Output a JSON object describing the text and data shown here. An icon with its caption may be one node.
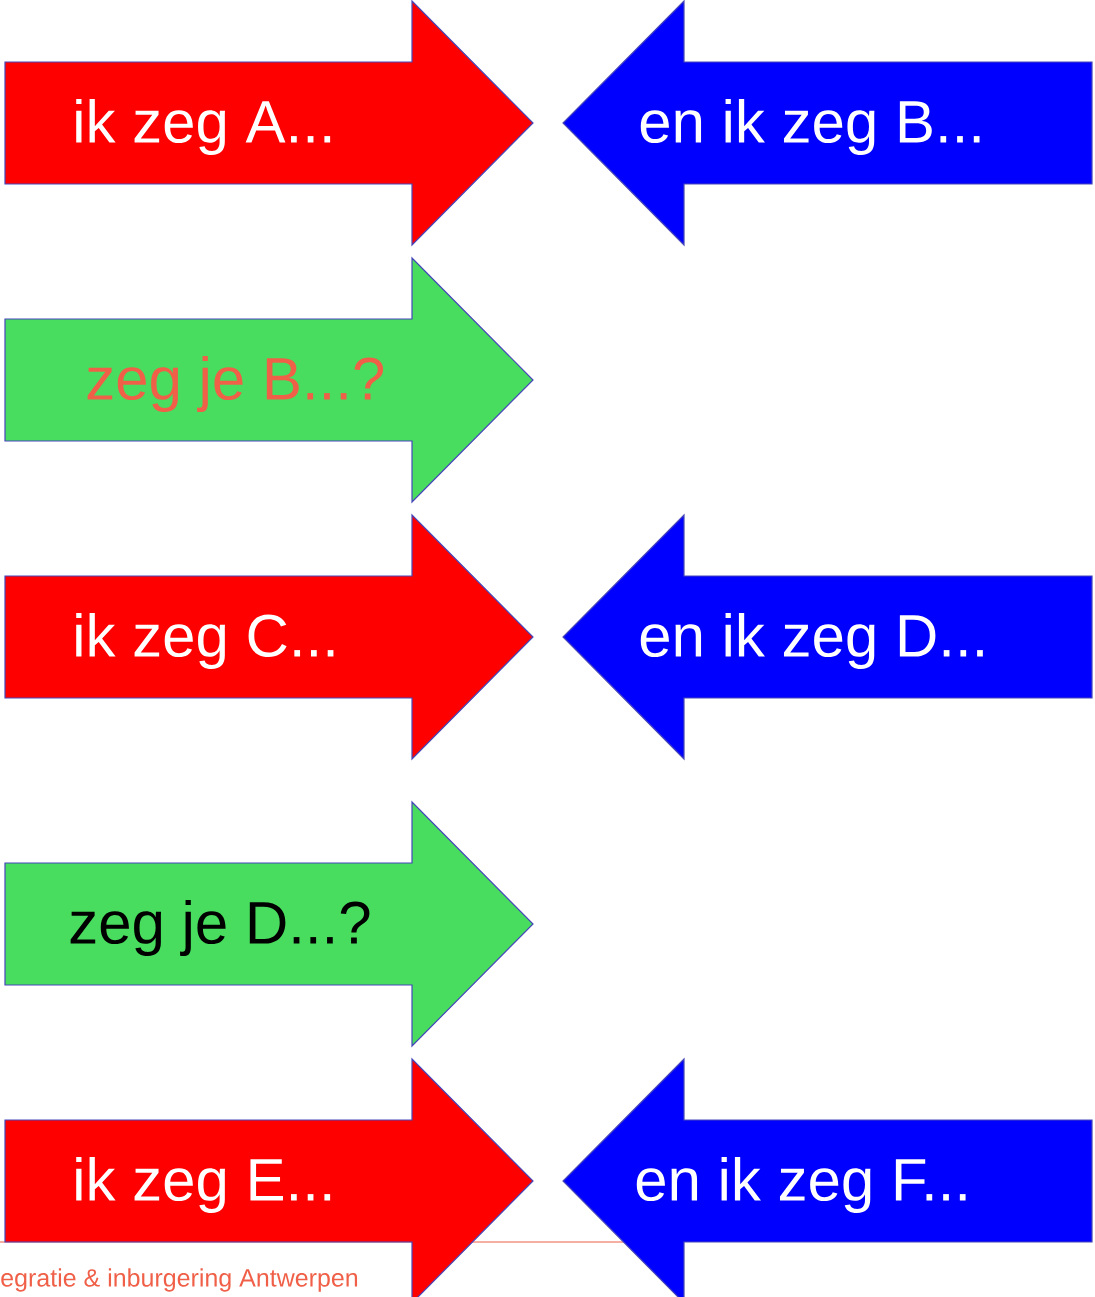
{
  "diagram": {
    "nodes": [
      {
        "text": [
          "ik zeg A..."
        ]
      },
      {
        "text": [
          "en ik zeg B..."
        ]
      },
      {
        "text": [
          "zeg je B...?"
        ]
      },
      {
        "text": [
          "ik zeg C..."
        ]
      },
      {
        "text": [
          "en ik zeg D..."
        ]
      },
      {
        "text": [
          "zeg je D...?"
        ]
      },
      {
        "text": [
          "ik zeg E..."
        ]
      },
      {
        "text": [
          "en ik zeg F..."
        ]
      }
    ],
    "labels": [
      "egratie & inburgering Antwerpen"
    ]
  }
}
